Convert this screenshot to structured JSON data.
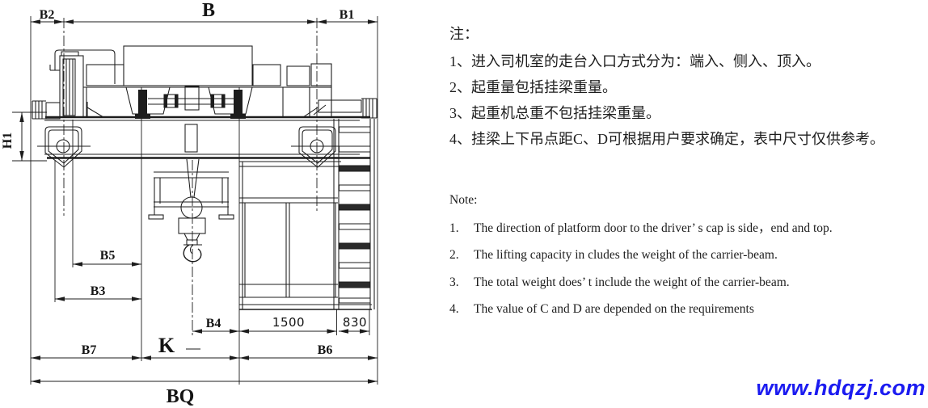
{
  "diagram": {
    "labels": {
      "b2": "B2",
      "b": "B",
      "b1": "B1",
      "h1": "H1",
      "b5": "B5",
      "b3": "B3",
      "b4": "B4",
      "d1500": "1500",
      "d830": "830",
      "b7": "B7",
      "k": "K",
      "b6": "B6",
      "bq": "BQ"
    }
  },
  "notes_cn": {
    "title": "注：",
    "items": [
      "1、进入司机室的走台入口方式分为：端入、侧入、顶入。",
      "2、起重量包括挂梁重量。",
      "3、起重机总重不包括挂梁重量。",
      "4、挂梁上下吊点距C、D可根据用户要求确定，表中尺寸仅供参考。"
    ]
  },
  "notes_en": {
    "title": "Note:",
    "items": [
      {
        "num": "1.",
        "text": "The direction of platform door to the driver’ s cap is side，end and top."
      },
      {
        "num": "2.",
        "text": "The lifting capacity in cludes the weight of the carrier-beam."
      },
      {
        "num": "3.",
        "text": "The total weight does’ t include the weight of the carrier-beam."
      },
      {
        "num": "4.",
        "text": "The value of C and D are depended on the requirements"
      }
    ]
  },
  "watermark": {
    "text": "www.hdqzj.com",
    "color": "#1b1bf0"
  }
}
